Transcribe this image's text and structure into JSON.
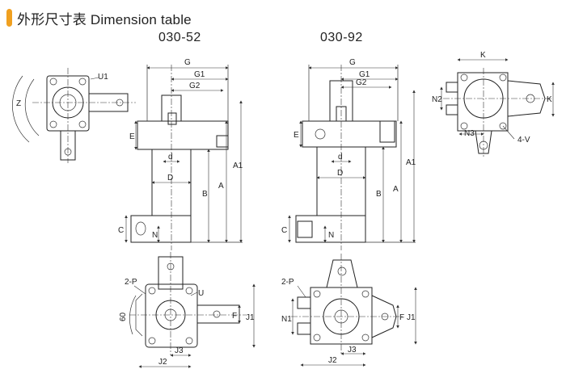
{
  "header": {
    "title": "外形尺寸表 Dimension table",
    "accent_color": "#f0a020"
  },
  "models": [
    "030-52",
    "030-92"
  ],
  "labels": {
    "G": "G",
    "G1": "G1",
    "G2": "G2",
    "E": "E",
    "d": "d",
    "D": "D",
    "B": "B",
    "A": "A",
    "A1": "A1",
    "C": "C",
    "N": "N",
    "Z": "Z",
    "U1": "U1",
    "K": "K",
    "N2": "N2",
    "N3": "N3",
    "V4": "4-V",
    "P2": "2-P",
    "U": "U",
    "angle": "60",
    "F": "F",
    "J1": "J1",
    "J2": "J2",
    "J3": "J3",
    "N1": "N1"
  }
}
